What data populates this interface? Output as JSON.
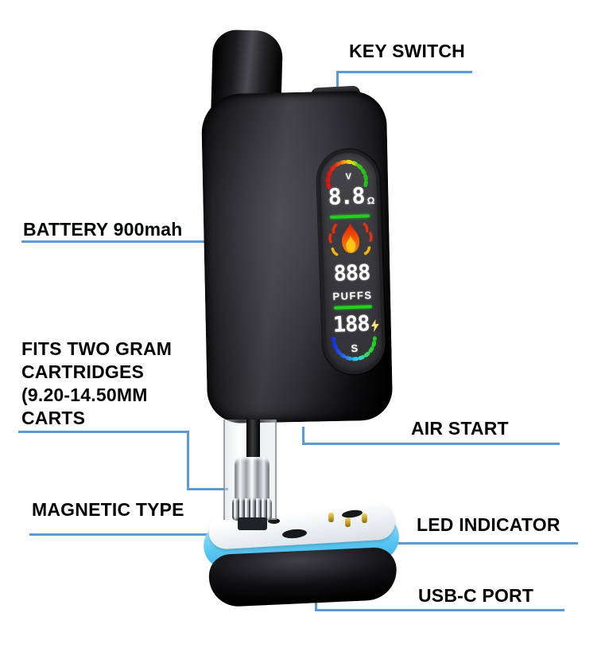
{
  "labels": {
    "key_switch": "KEY SWITCH",
    "battery": "BATTERY 900mah",
    "cartridge_fit": "FITS TWO GRAM\nCARTRIDGES\n(9.20-14.50MM\nCARTS",
    "magnetic_type": "MAGNETIC TYPE",
    "air_start": "AIR START",
    "led_indicator": "LED INDICATOR",
    "usb_c_port": "USB-C PORT"
  },
  "display": {
    "voltage_label": "V",
    "voltage_value": "8.8",
    "resistance_unit": "Ω",
    "puff_count": "888",
    "puff_label": "PUFFS",
    "preheat_value": "188",
    "seconds_label": "S"
  },
  "icons": {
    "voltage_arc": "rainbow-arc-red-to-green",
    "battery_arc": "rainbow-arc-blue-to-green",
    "flame": "flame-icon",
    "lightning": "lightning-bolt-icon"
  },
  "colors": {
    "callout_line": "#5b9bd5",
    "led_ring": "#5ec9f2",
    "display_green": "#23d01e",
    "flame_red": "#e23010",
    "flame_yellow": "#ffc517",
    "label_text": "#050505"
  }
}
